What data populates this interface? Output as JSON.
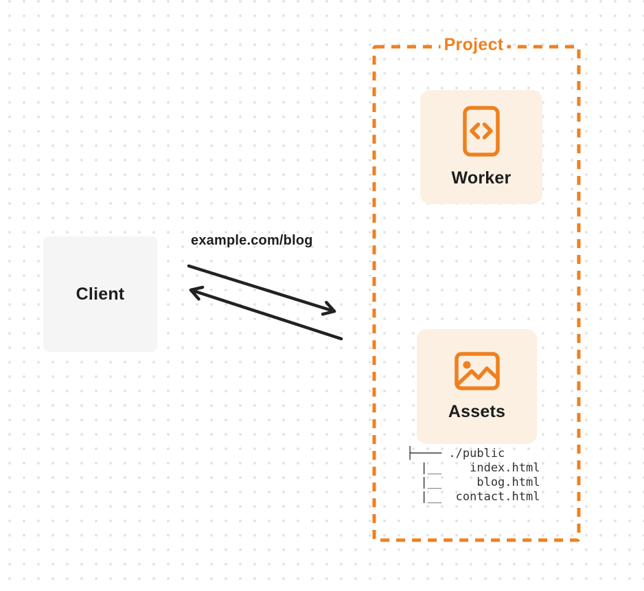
{
  "client": {
    "label": "Client"
  },
  "request": {
    "url": "example.com/blog"
  },
  "project": {
    "label": "Project",
    "worker": {
      "label": "Worker",
      "icon": "code-file-icon"
    },
    "assets": {
      "label": "Assets",
      "icon": "image-icon",
      "file_tree": [
        "├──── ./public",
        "  |__    index.html",
        "  |__     blog.html",
        "  |__  contact.html"
      ]
    }
  },
  "theme": {
    "orange": "#EF801F",
    "card_bg": "#FBF0E2",
    "client_bg": "#F5F5F6",
    "text_dark": "#1D1D1D",
    "tree_text": "#33312E",
    "arrow": "#222222",
    "dot": "#E2E2E2",
    "background": "#FFFFFF"
  }
}
